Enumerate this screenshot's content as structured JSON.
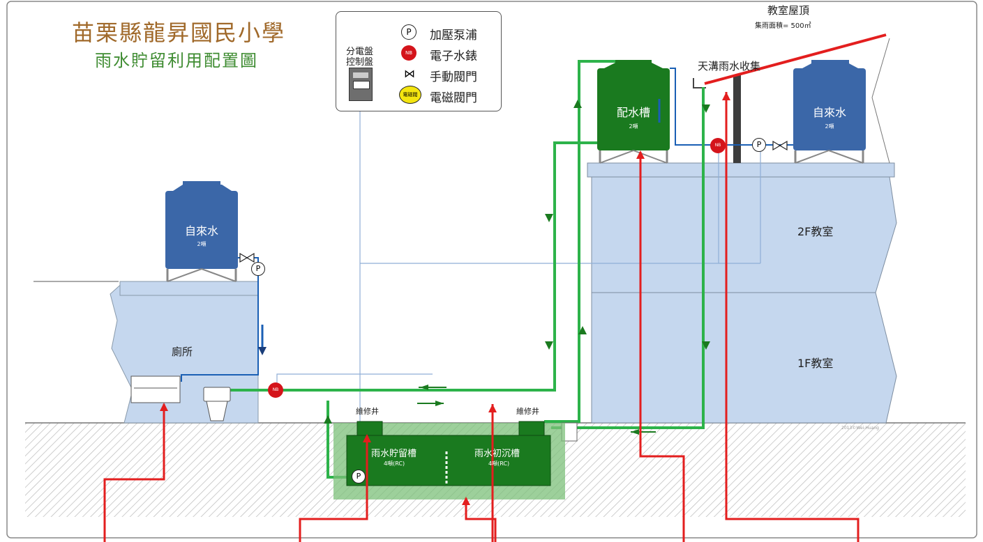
{
  "title": {
    "main": "苗栗縣龍昇國民小學",
    "sub": "雨水貯留利用配置圖"
  },
  "legend": {
    "panel_label_1": "分電盤",
    "panel_label_2": "控制盤",
    "items": [
      {
        "icon": "pump-icon",
        "symbol": "P",
        "label": "加壓泵浦"
      },
      {
        "icon": "electronic-meter-icon",
        "symbol": "NB",
        "label": "電子水錶"
      },
      {
        "icon": "manual-valve-icon",
        "symbol": "⋈",
        "label": "手動閥門"
      },
      {
        "icon": "solenoid-valve-icon",
        "symbol": "電磁閥",
        "label": "電磁閥門"
      }
    ]
  },
  "roof": {
    "label": "教室屋頂",
    "area": "集雨面積= 500㎡",
    "gutter": "天溝雨水收集"
  },
  "tanks": {
    "distribution": {
      "name": "配水槽",
      "capacity": "2噸"
    },
    "tap_right": {
      "name": "自來水",
      "capacity": "2噸"
    },
    "tap_left": {
      "name": "自來水",
      "capacity": "2噸"
    }
  },
  "rooms": {
    "floor2": "2F教室",
    "floor1": "1F教室",
    "toilet": "廁所"
  },
  "underground": {
    "manhole_left": "維修井",
    "manhole_right": "維修井",
    "storage_name": "雨水貯留槽",
    "storage_capacity": "4噸(RC)",
    "settling_name": "雨水初沉槽",
    "settling_capacity": "4噸(RC)"
  },
  "pump_symbol": "P",
  "meter_symbol": "NB",
  "watermark": "2013©Wei-Huang",
  "colors": {
    "rain_pipe": "#2db34a",
    "callout": "#e31e1e",
    "tap_pipe": "#1a5fb4",
    "tank_blue": "#3b67a8",
    "tank_green": "#1a7a1f",
    "building": "#c5d7ee",
    "title_brown": "#a0692a",
    "title_green": "#3f8c32"
  }
}
